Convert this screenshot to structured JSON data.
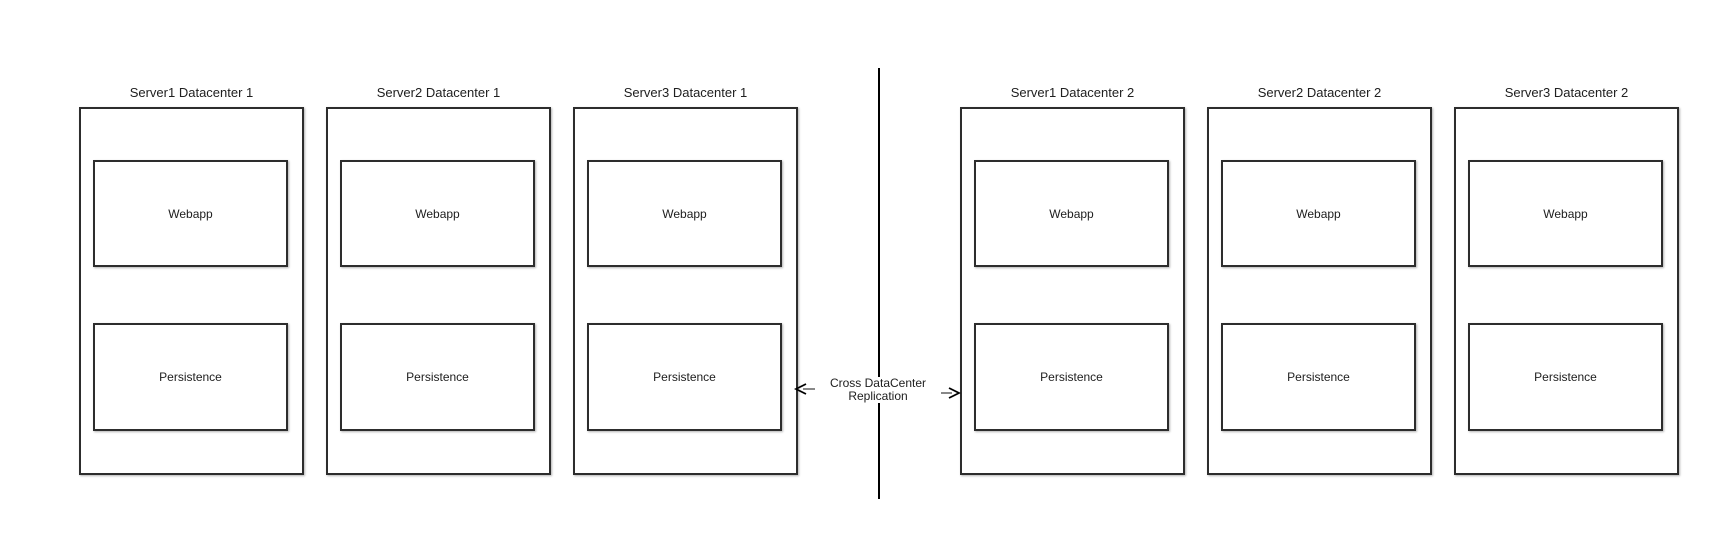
{
  "servers": [
    {
      "title": "Server1 Datacenter 1",
      "components": [
        "Webapp",
        "Persistence"
      ]
    },
    {
      "title": "Server2 Datacenter 1",
      "components": [
        "Webapp",
        "Persistence"
      ]
    },
    {
      "title": "Server3 Datacenter 1",
      "components": [
        "Webapp",
        "Persistence"
      ]
    },
    {
      "title": "Server1 Datacenter 2",
      "components": [
        "Webapp",
        "Persistence"
      ]
    },
    {
      "title": "Server2 Datacenter 2",
      "components": [
        "Webapp",
        "Persistence"
      ]
    },
    {
      "title": "Server3 Datacenter 2",
      "components": [
        "Webapp",
        "Persistence"
      ]
    }
  ],
  "replication": {
    "line1": "Cross DataCenter",
    "line2": "Replication"
  },
  "colors": {
    "background": "#ffffff",
    "box_border": "#2d2d2d",
    "divider": "#000000",
    "arrow_shaft": "#616161",
    "arrow_head": "#000000",
    "text": "#202020"
  }
}
